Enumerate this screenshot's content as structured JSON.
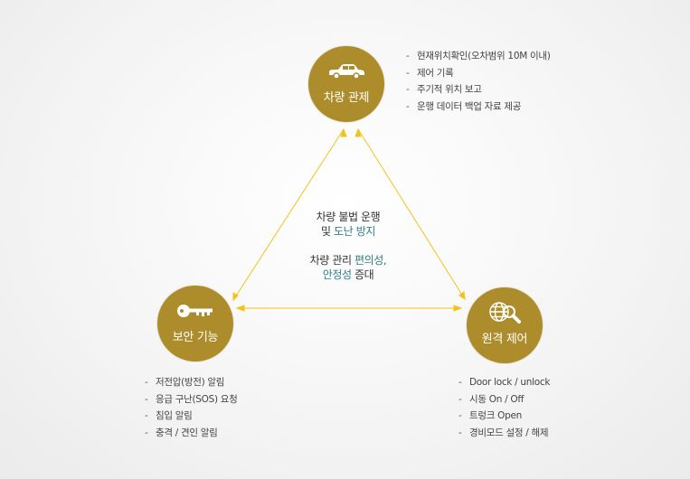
{
  "nodes": {
    "vehicle": {
      "label": "차량 관제",
      "icon": "car-icon"
    },
    "security": {
      "label": "보안 기능",
      "icon": "key-icon"
    },
    "remote": {
      "label": "원격 제어",
      "icon": "globe-search-icon"
    }
  },
  "features": {
    "vehicle": [
      "현재위치확인(오차범위 10M 이내)",
      "제어 기록",
      "주기적 위치 보고",
      "운행 데이터 백업 자료 제공"
    ],
    "security": [
      "저전압(방전) 알림",
      "응급 구난(SOS) 요청",
      "침입 알림",
      "충격 / 견인 알림"
    ],
    "remote": [
      "Door lock / unlock",
      "시동 On / Off",
      "트렁크 Open",
      "경비모드 설정 / 해제"
    ]
  },
  "center": {
    "line1": "차량 불법 운행",
    "line2_prefix": "및 ",
    "line2_highlight": "도난 방지",
    "line3_prefix": "차량 관리 ",
    "line3_highlight": "편의성,",
    "line4_highlight": "안정성",
    "line4_suffix": " 증대"
  },
  "colors": {
    "node": "#ad8d2b",
    "connector": "#f0c419",
    "highlight": "#2f7f86"
  }
}
